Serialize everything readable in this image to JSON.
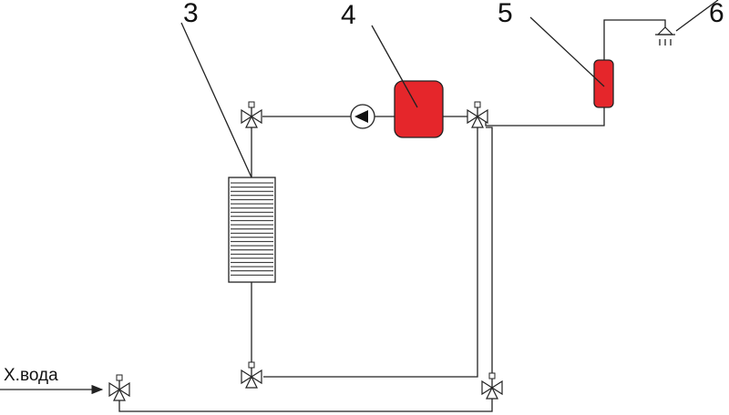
{
  "labels": {
    "n3": "3",
    "n4": "4",
    "n5": "5",
    "n6": "6",
    "cold_water": "Х.вода"
  },
  "colors": {
    "accent_red": "#e5262b",
    "line": "#222222"
  }
}
